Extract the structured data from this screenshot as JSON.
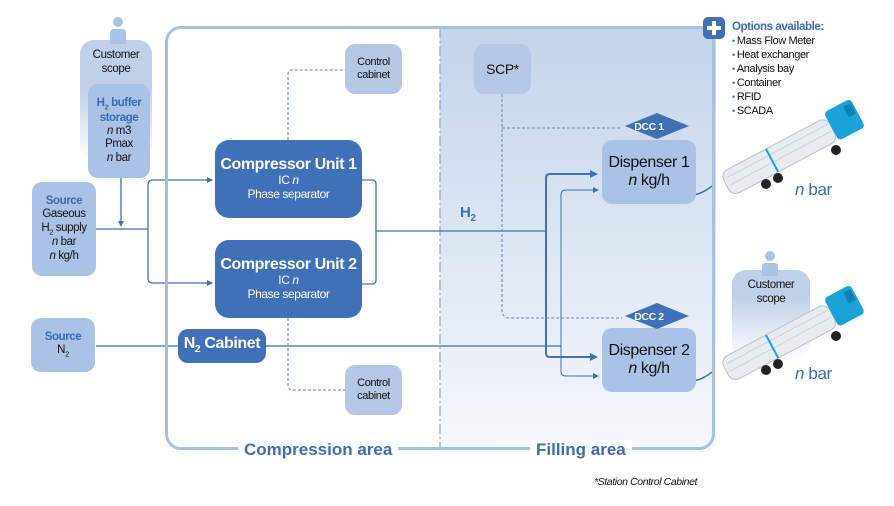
{
  "areas": {
    "compression_label": "Compression area",
    "filling_label": "Filling area"
  },
  "customer_scope_top": {
    "label_line1": "Customer",
    "label_line2": "scope"
  },
  "buffer_storage": {
    "title_line1": "H",
    "title_sub": "2",
    "title_line1_rest": " buffer",
    "title_line2": "storage",
    "line3_n": "n",
    "line3_rest": " m3",
    "line4": "Pmax",
    "line5_n": "n",
    "line5_rest": " bar"
  },
  "source_h2": {
    "title": "Source",
    "line1": "Gaseous",
    "line2_h": "H",
    "line2_sub": "2",
    "line2_rest": " supply",
    "line3_n": "n",
    "line3_rest": " bar",
    "line4_n": "n",
    "line4_rest": " kg/h"
  },
  "source_n2": {
    "title": "Source",
    "line1": "N",
    "line1_sub": "2"
  },
  "n2_cabinet": {
    "label_n": "N",
    "label_sub": "2",
    "label_rest": " Cabinet"
  },
  "compressor_units": [
    {
      "title": "Compressor Unit 1",
      "ic": "IC ",
      "ic_n": "n",
      "line3": "Phase separator"
    },
    {
      "title": "Compressor Unit 2",
      "ic": "IC ",
      "ic_n": "n",
      "line3": "Phase separator"
    }
  ],
  "control_cabinets": [
    {
      "line1": "Control",
      "line2": "cabinet"
    },
    {
      "line1": "Control",
      "line2": "cabinet"
    }
  ],
  "scp": {
    "label": "SCP*"
  },
  "h2_line": {
    "label": "H",
    "sub": "2"
  },
  "dcc": [
    {
      "label": "DCC 1"
    },
    {
      "label": "DCC 2"
    }
  ],
  "dispensers": [
    {
      "title": "Dispenser 1",
      "rate_n": "n",
      "rate_rest": " kg/h"
    },
    {
      "title": "Dispenser 2",
      "rate_n": "n",
      "rate_rest": " kg/h"
    }
  ],
  "trucks": [
    {
      "pressure_n": "n",
      "pressure_rest": " bar"
    },
    {
      "pressure_n": "n",
      "pressure_rest": " bar"
    }
  ],
  "customer_scope_right": {
    "label_line1": "Customer",
    "label_line2": "scope"
  },
  "options": {
    "title": "Options available:",
    "items": [
      "Mass Flow Meter",
      "Heat exchanger",
      "Analysis bay",
      "Container",
      "RFID",
      "SCADA"
    ]
  },
  "footnote": "*Station Control Cabinet",
  "colors": {
    "dark_blue": "#3f70b8",
    "light_blue": "#a9c2e6",
    "frame": "#a8bfe2",
    "truck_cab": "#1aa3d9"
  }
}
